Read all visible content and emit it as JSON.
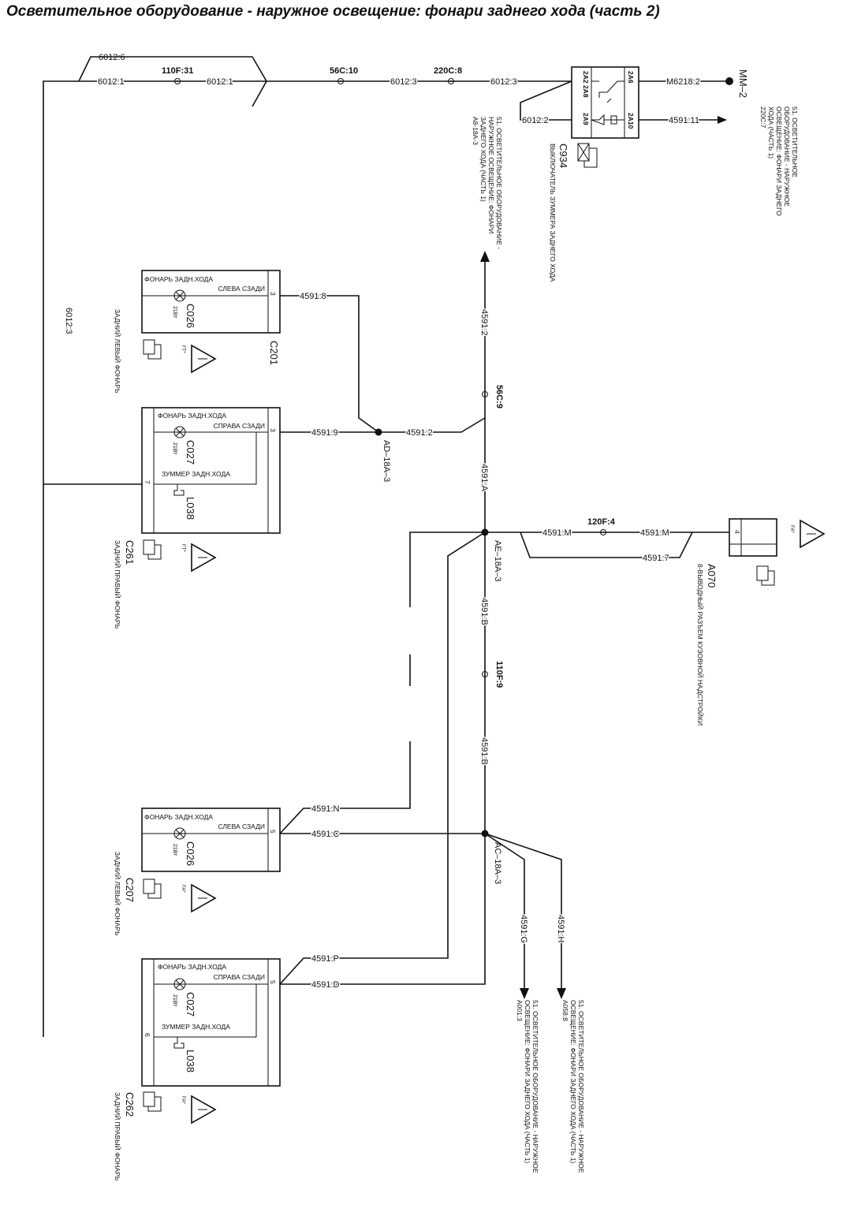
{
  "title": "Осветительное оборудование - наружное освещение: фонари заднего хода (часть 2)",
  "wires": {
    "w6012_6": "6012:6",
    "w6012_1a": "6012:1",
    "w6012_1b": "6012:1",
    "w6012_3a": "6012:3",
    "w6012_3b": "6012:3",
    "w6012_3v": "6012:3",
    "w6012_2": "6012:2",
    "m6218": "M6218:2",
    "w4591_11": "4591:11",
    "w4591_8": "4591:8",
    "w4591_9": "4591:9",
    "w4591_2h": "4591:2",
    "w4591_2v": "4591:2",
    "w4591_A": "4591:A",
    "w4591_M1": "4591:M",
    "w4591_M2": "4591:M",
    "w4591_7": "4591:7",
    "w4591_B1": "4591:B",
    "w4591_B2": "4591:B",
    "w4591_N": "4591:N",
    "w4591_C": "4591:C",
    "w4591_P": "4591:P",
    "w4591_D": "4591:D",
    "w4591_G": "4591:G",
    "w4591_H": "4591:H"
  },
  "splices": {
    "s110F31": "110F:31",
    "s56C10": "56C:10",
    "s220C8": "220C:8",
    "s56C9": "56C:9",
    "s120F4": "120F:4",
    "s110F9": "110F:9"
  },
  "junctions": {
    "ad": "AD–18A–3",
    "ae": "AE–18A–3",
    "ac": "AC–18A–3"
  },
  "ground": "MM–2",
  "relay": {
    "id": "C934",
    "name": "ВЫКЛЮЧАТЕЛЬ ЗУММЕРА ЗАДНЕГО ХОДА",
    "p2a2": "2A2 2A8",
    "p2a9": "2A9",
    "p2a6": "2A6",
    "p2a10": "2A10"
  },
  "refs": {
    "top_right": [
      "51. ОСВЕТИТЕЛЬНОЕ",
      "ОБОРУДОВАНИЕ - НАРУЖНОЕ",
      "ОСВЕЩЕНИЕ: ФОНАРИ ЗАДНЕГО",
      "ХОДА (ЧАСТЬ 1)",
      "220C:7"
    ],
    "top_mid": [
      "51. ОСВЕТИТЕЛЬНОЕ ОБОРУДОВАНИЕ -",
      "НАРУЖНОЕ ОСВЕЩЕНИЕ: ФОНАРИ",
      "ЗАДНЕГО ХОДА (ЧАСТЬ 1)",
      "A8-18A-3"
    ],
    "bot_g": [
      "51. ОСВЕТИТЕЛЬНОЕ ОБОРУДОВАНИЕ - НАРУЖНОЕ",
      "ОСВЕЩЕНИЕ: ФОНАРИ ЗАДНЕГО ХОДА (ЧАСТЬ 1)",
      "A001:3"
    ],
    "bot_h": [
      "51. ОСВЕТИТЕЛЬНОЕ ОБОРУДОВАНИЕ - НАРУЖНОЕ",
      "ОСВЕЩЕНИЕ: ФОНАРИ ЗАДНЕГО ХОДА (ЧАСТЬ 1)",
      "A058:8"
    ]
  },
  "lamps": [
    {
      "id": "C201",
      "title": "ФОНАРЬ ЗАДН.ХОДА",
      "side": "СЛЕВА СЗАДИ",
      "bulb": "C026",
      "watt": "21Вт",
      "pin": "3",
      "desc": "ЗАДНИЙ ЛЕВЫЙ ФОНАРЬ",
      "warn": "FT*"
    },
    {
      "id": "C261",
      "title": "ФОНАРЬ ЗАДН.ХОДА",
      "side": "СПРАВА СЗАДИ",
      "bulb": "C027",
      "watt": "21Вт",
      "pin": "3",
      "pin2": "7",
      "buzzer": "ЗУММЕР ЗАДН.ХОДА",
      "buzzer_id": "L038",
      "desc": "ЗАДНИЙ ПРАВЫЙ ФОНАРЬ",
      "warn": "FT*"
    },
    {
      "id": "C207",
      "title": "ФОНАРЬ ЗАДН.ХОДА",
      "side": "СЛЕВА СЗАДИ",
      "bulb": "C026",
      "watt": "21Вт",
      "pin": "5",
      "desc": "ЗАДНИЙ ЛЕВЫЙ ФОНАРЬ",
      "warn": "FA*"
    },
    {
      "id": "C262",
      "title": "ФОНАРЬ ЗАДН.ХОДА",
      "side": "СПРАВА СЗАДИ",
      "bulb": "C027",
      "watt": "21Вт",
      "pin": "5",
      "pin2": "6",
      "buzzer": "ЗУММЕР ЗАДН.ХОДА",
      "buzzer_id": "L038",
      "desc": "ЗАДНИЙ ПРАВЫЙ ФОНАРЬ",
      "warn": "FA*"
    }
  ],
  "a070": {
    "id": "A070",
    "pin": "4",
    "desc": "8-ВЫВОДНЫЙ РАЗЪЕМ КУЗОВНОЙ НАДСТРОЙКИ",
    "warn": "FA*"
  }
}
